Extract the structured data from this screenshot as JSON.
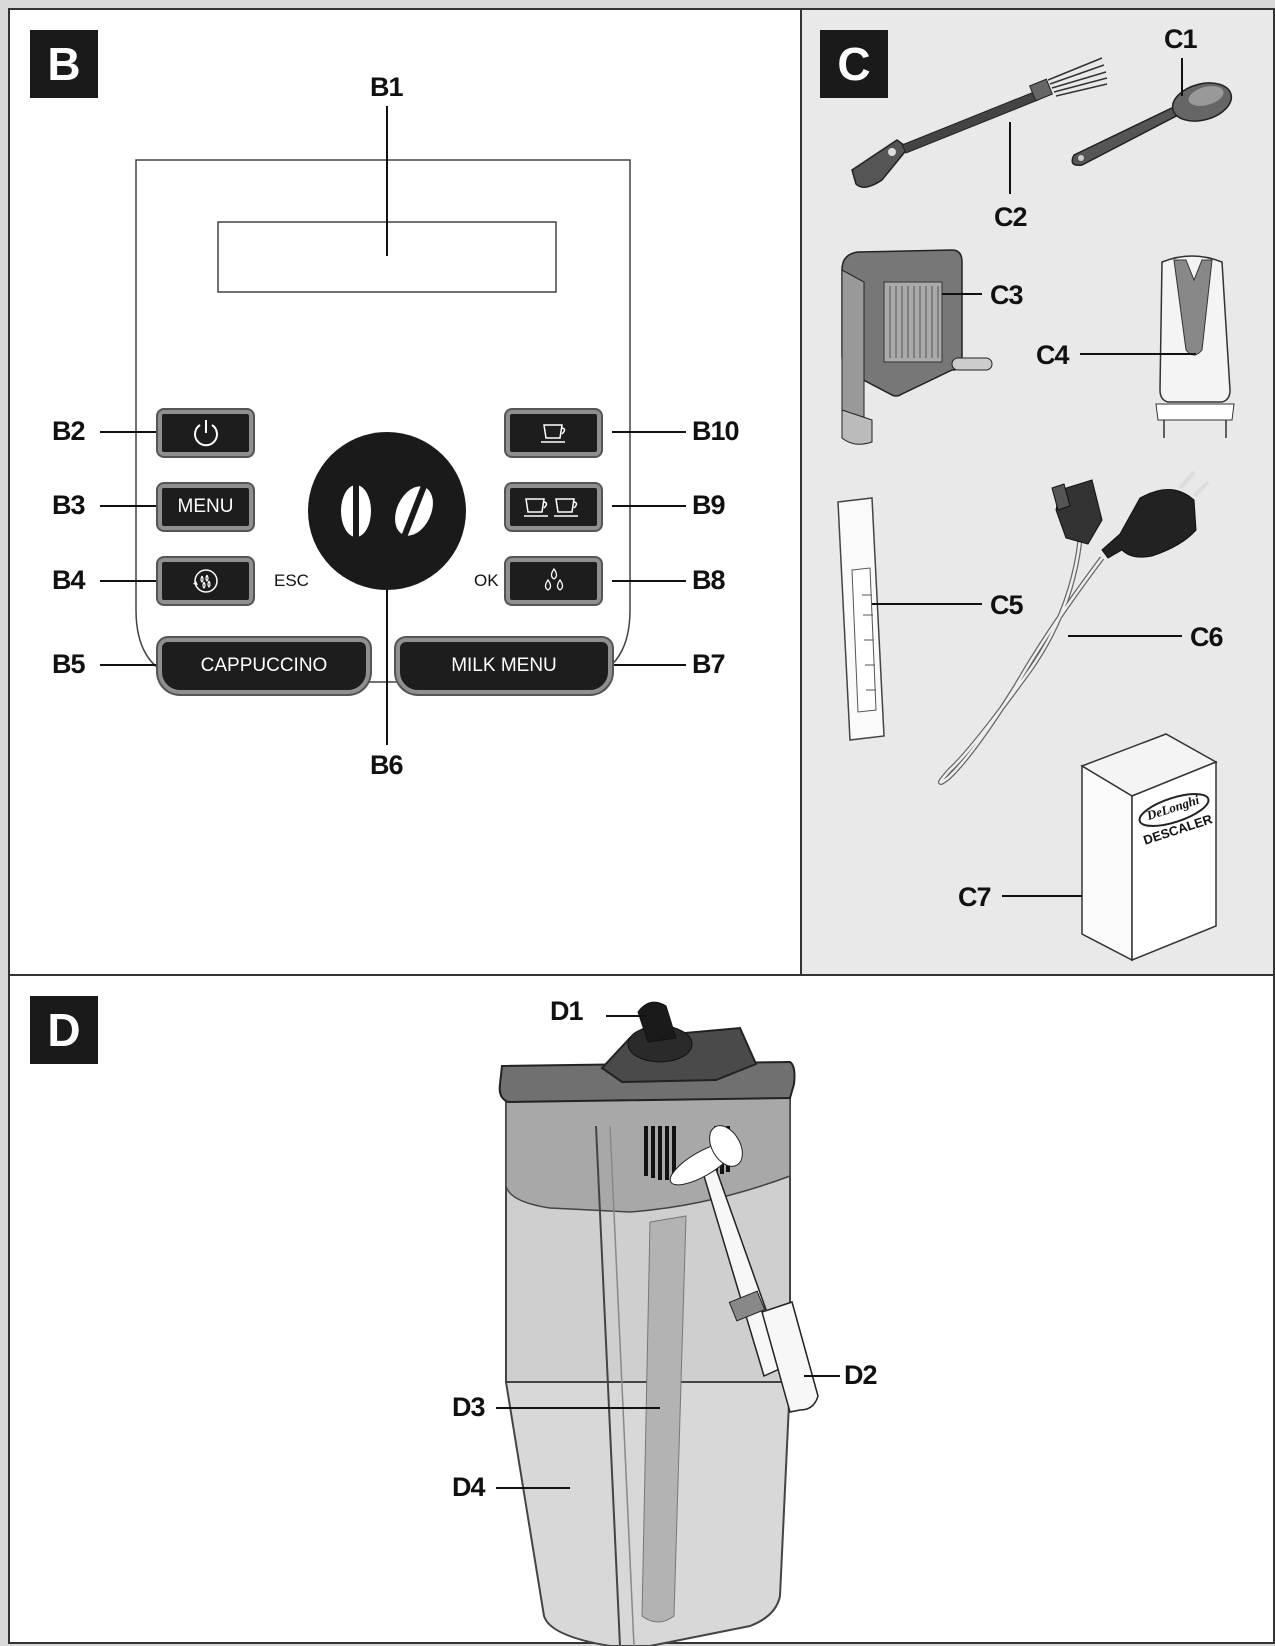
{
  "panel_b": {
    "tag": "B",
    "labels": {
      "b1": "B1",
      "b2": "B2",
      "b3": "B3",
      "b4": "B4",
      "b5": "B5",
      "b6": "B6",
      "b7": "B7",
      "b8": "B8",
      "b9": "B9",
      "b10": "B10"
    },
    "buttons": {
      "menu": "MENU",
      "cappuccino": "CAPPUCCINO",
      "milk_menu": "MILK MENU"
    },
    "side_text": {
      "esc": "ESC",
      "ok": "OK"
    },
    "icons": {
      "b2": "power-icon",
      "b4": "rinse-icon",
      "b6": "coffee-beans-icon",
      "b8": "hot-water-drops-icon",
      "b9": "two-cups-icon",
      "b10": "one-cup-icon"
    }
  },
  "panel_c": {
    "tag": "C",
    "labels": {
      "c1": "C1",
      "c2": "C2",
      "c3": "C3",
      "c4": "C4",
      "c5": "C5",
      "c6": "C6",
      "c7": "C7"
    },
    "box_text": {
      "brand": "DeLonghi",
      "product": "DESCALER"
    },
    "icons": {
      "c1": "measuring-scoop-icon",
      "c2": "cleaning-brush-icon",
      "c3": "water-filter-icon",
      "c4": "hot-water-spout-icon",
      "c5": "test-strip-icon",
      "c6": "power-cord-icon",
      "c7": "descaler-box-icon"
    }
  },
  "panel_d": {
    "tag": "D",
    "labels": {
      "d1": "D1",
      "d2": "D2",
      "d3": "D3",
      "d4": "D4"
    },
    "icons": {
      "d": "milk-container-icon"
    }
  }
}
